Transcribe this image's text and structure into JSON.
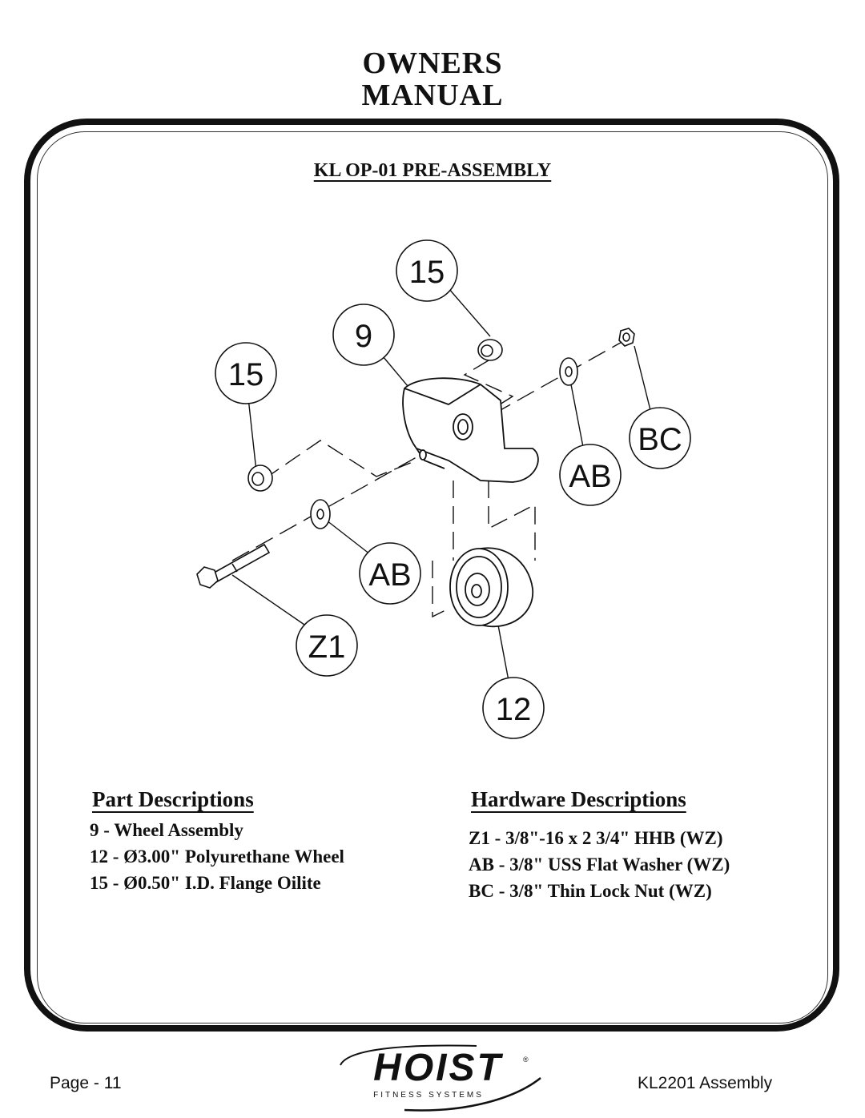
{
  "header": {
    "title_line1": "OWNERS",
    "title_line2": "MANUAL"
  },
  "section_title": "KL OP-01 PRE-ASSEMBLY",
  "diagram": {
    "callouts": {
      "bushing_top": "15",
      "bushing_left": "15",
      "wheel_assembly": "9",
      "nut": "BC",
      "washer_right": "AB",
      "washer_left": "AB",
      "bolt": "Z1",
      "wheel": "12"
    }
  },
  "parts": {
    "heading": "Part Descriptions",
    "items": [
      "9 - Wheel Assembly",
      "12 - Ø3.00\" Polyurethane Wheel",
      "15 - Ø0.50\" I.D. Flange Oilite"
    ]
  },
  "hardware": {
    "heading": "Hardware Descriptions",
    "items": [
      "Z1 - 3/8\"-16 x 2 3/4\" HHB (WZ)",
      "AB - 3/8\" USS Flat Washer (WZ)",
      "BC - 3/8\" Thin Lock Nut (WZ)"
    ]
  },
  "footer": {
    "page": "Page - 11",
    "document": "KL2201 Assembly",
    "logo_word": "HOIST",
    "logo_sub": "FITNESS SYSTEMS",
    "logo_reg": "®"
  }
}
